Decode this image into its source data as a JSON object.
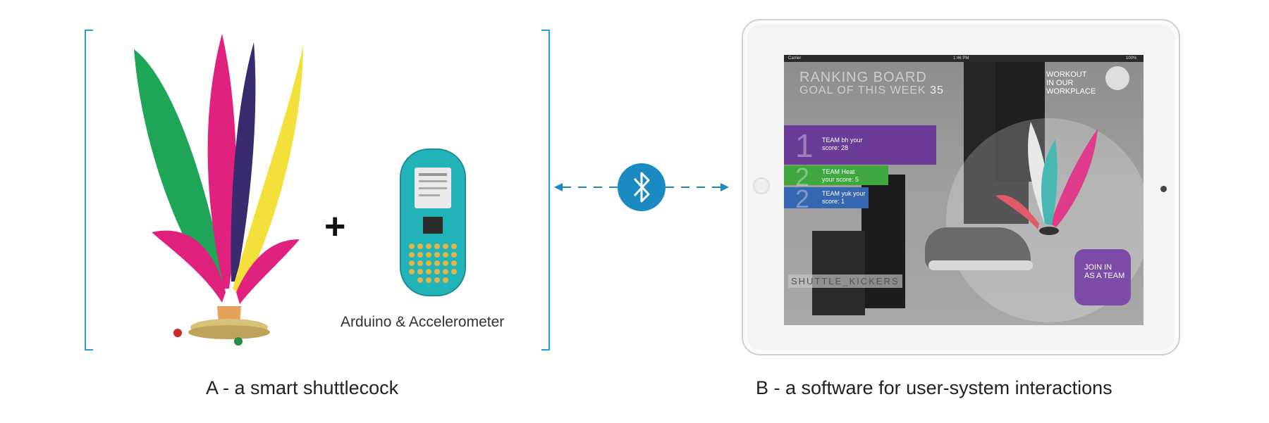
{
  "part_a": {
    "caption": "A - a smart shuttlecock",
    "plus": "+",
    "board_caption": "Arduino & Accelerometer"
  },
  "part_b": {
    "caption": "B - a software for user-system interactions"
  },
  "connection": {
    "icon": "bluetooth-icon",
    "color": "#1b8ac2"
  },
  "app": {
    "status": {
      "carrier": "Carrier",
      "time": "1:46 PM",
      "battery": "100%"
    },
    "ranking_title": "RANKING BOARD",
    "goal_label": "GOAL OF THIS WEEK",
    "goal_value": "35",
    "workout_line1": "WORKOUT",
    "workout_line2": "IN OUR",
    "workout_line3": "WORKPLACE",
    "teams": [
      {
        "rank": "1",
        "line1": "TEAM bh your",
        "line2": "score: 28",
        "color": "#6a3c97"
      },
      {
        "rank": "2",
        "line1": "TEAM Heat",
        "line2": "your score: 5",
        "color": "#3ea83e"
      },
      {
        "rank": "2",
        "line1": "TEAM yuk your",
        "line2": "score: 1",
        "color": "#3766b0"
      }
    ],
    "logo_text": "SHUTTLE_KICKERS",
    "join_line1": "JOIN IN",
    "join_line2": "AS A TEAM"
  }
}
